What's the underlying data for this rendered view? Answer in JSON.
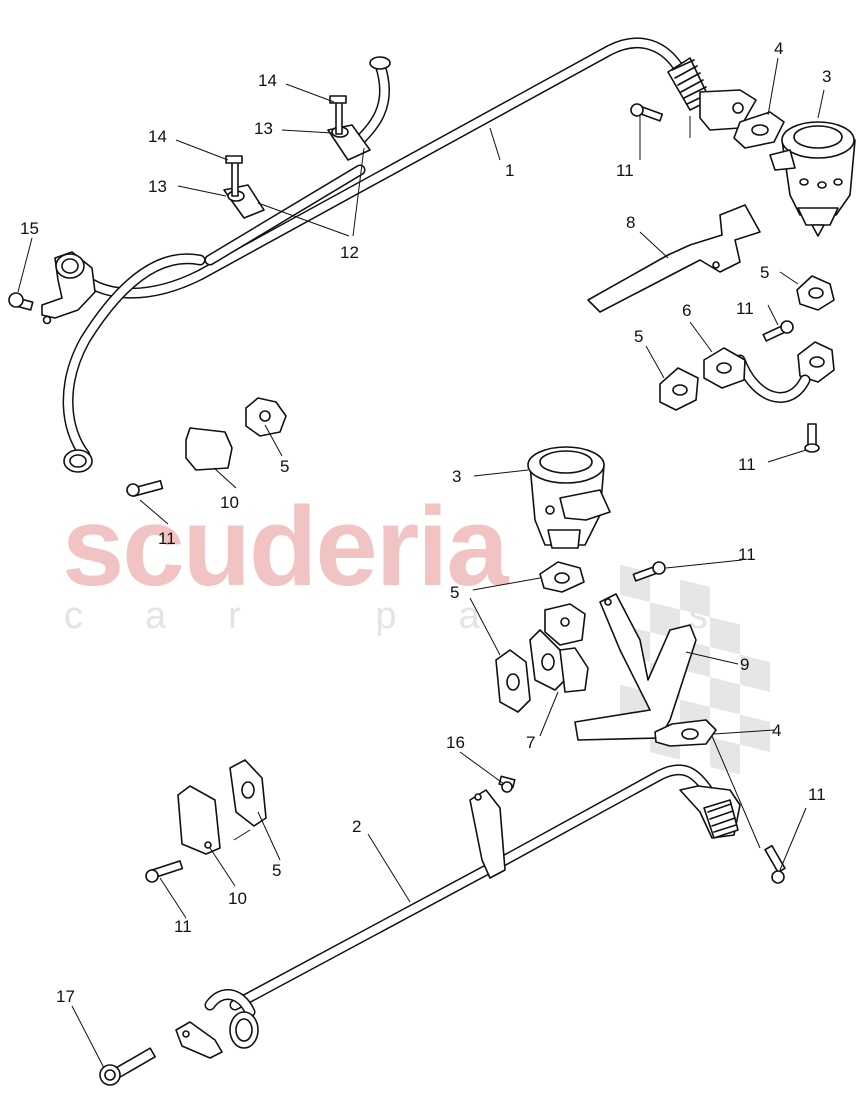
{
  "watermark": {
    "brand": "scuderia",
    "tagline": "car parts",
    "brand_color": "#f2c3c3",
    "checker_color": "#e6e6e6"
  },
  "callouts": {
    "c1": "1",
    "c2": "2",
    "c3a": "3",
    "c3b": "3",
    "c4a": "4",
    "c4b": "4",
    "c5a": "5",
    "c5b": "5",
    "c5c": "5",
    "c5d": "5",
    "c5e": "5",
    "c6": "6",
    "c7": "7",
    "c8": "8",
    "c9": "9",
    "c10a": "10",
    "c10b": "10",
    "c11a": "11",
    "c11b": "11",
    "c11c": "11",
    "c11d": "11",
    "c11e": "11",
    "c11f": "11",
    "c12": "12",
    "c13a": "13",
    "c13b": "13",
    "c14a": "14",
    "c14b": "14",
    "c15": "15",
    "c16": "16",
    "c17": "17"
  }
}
